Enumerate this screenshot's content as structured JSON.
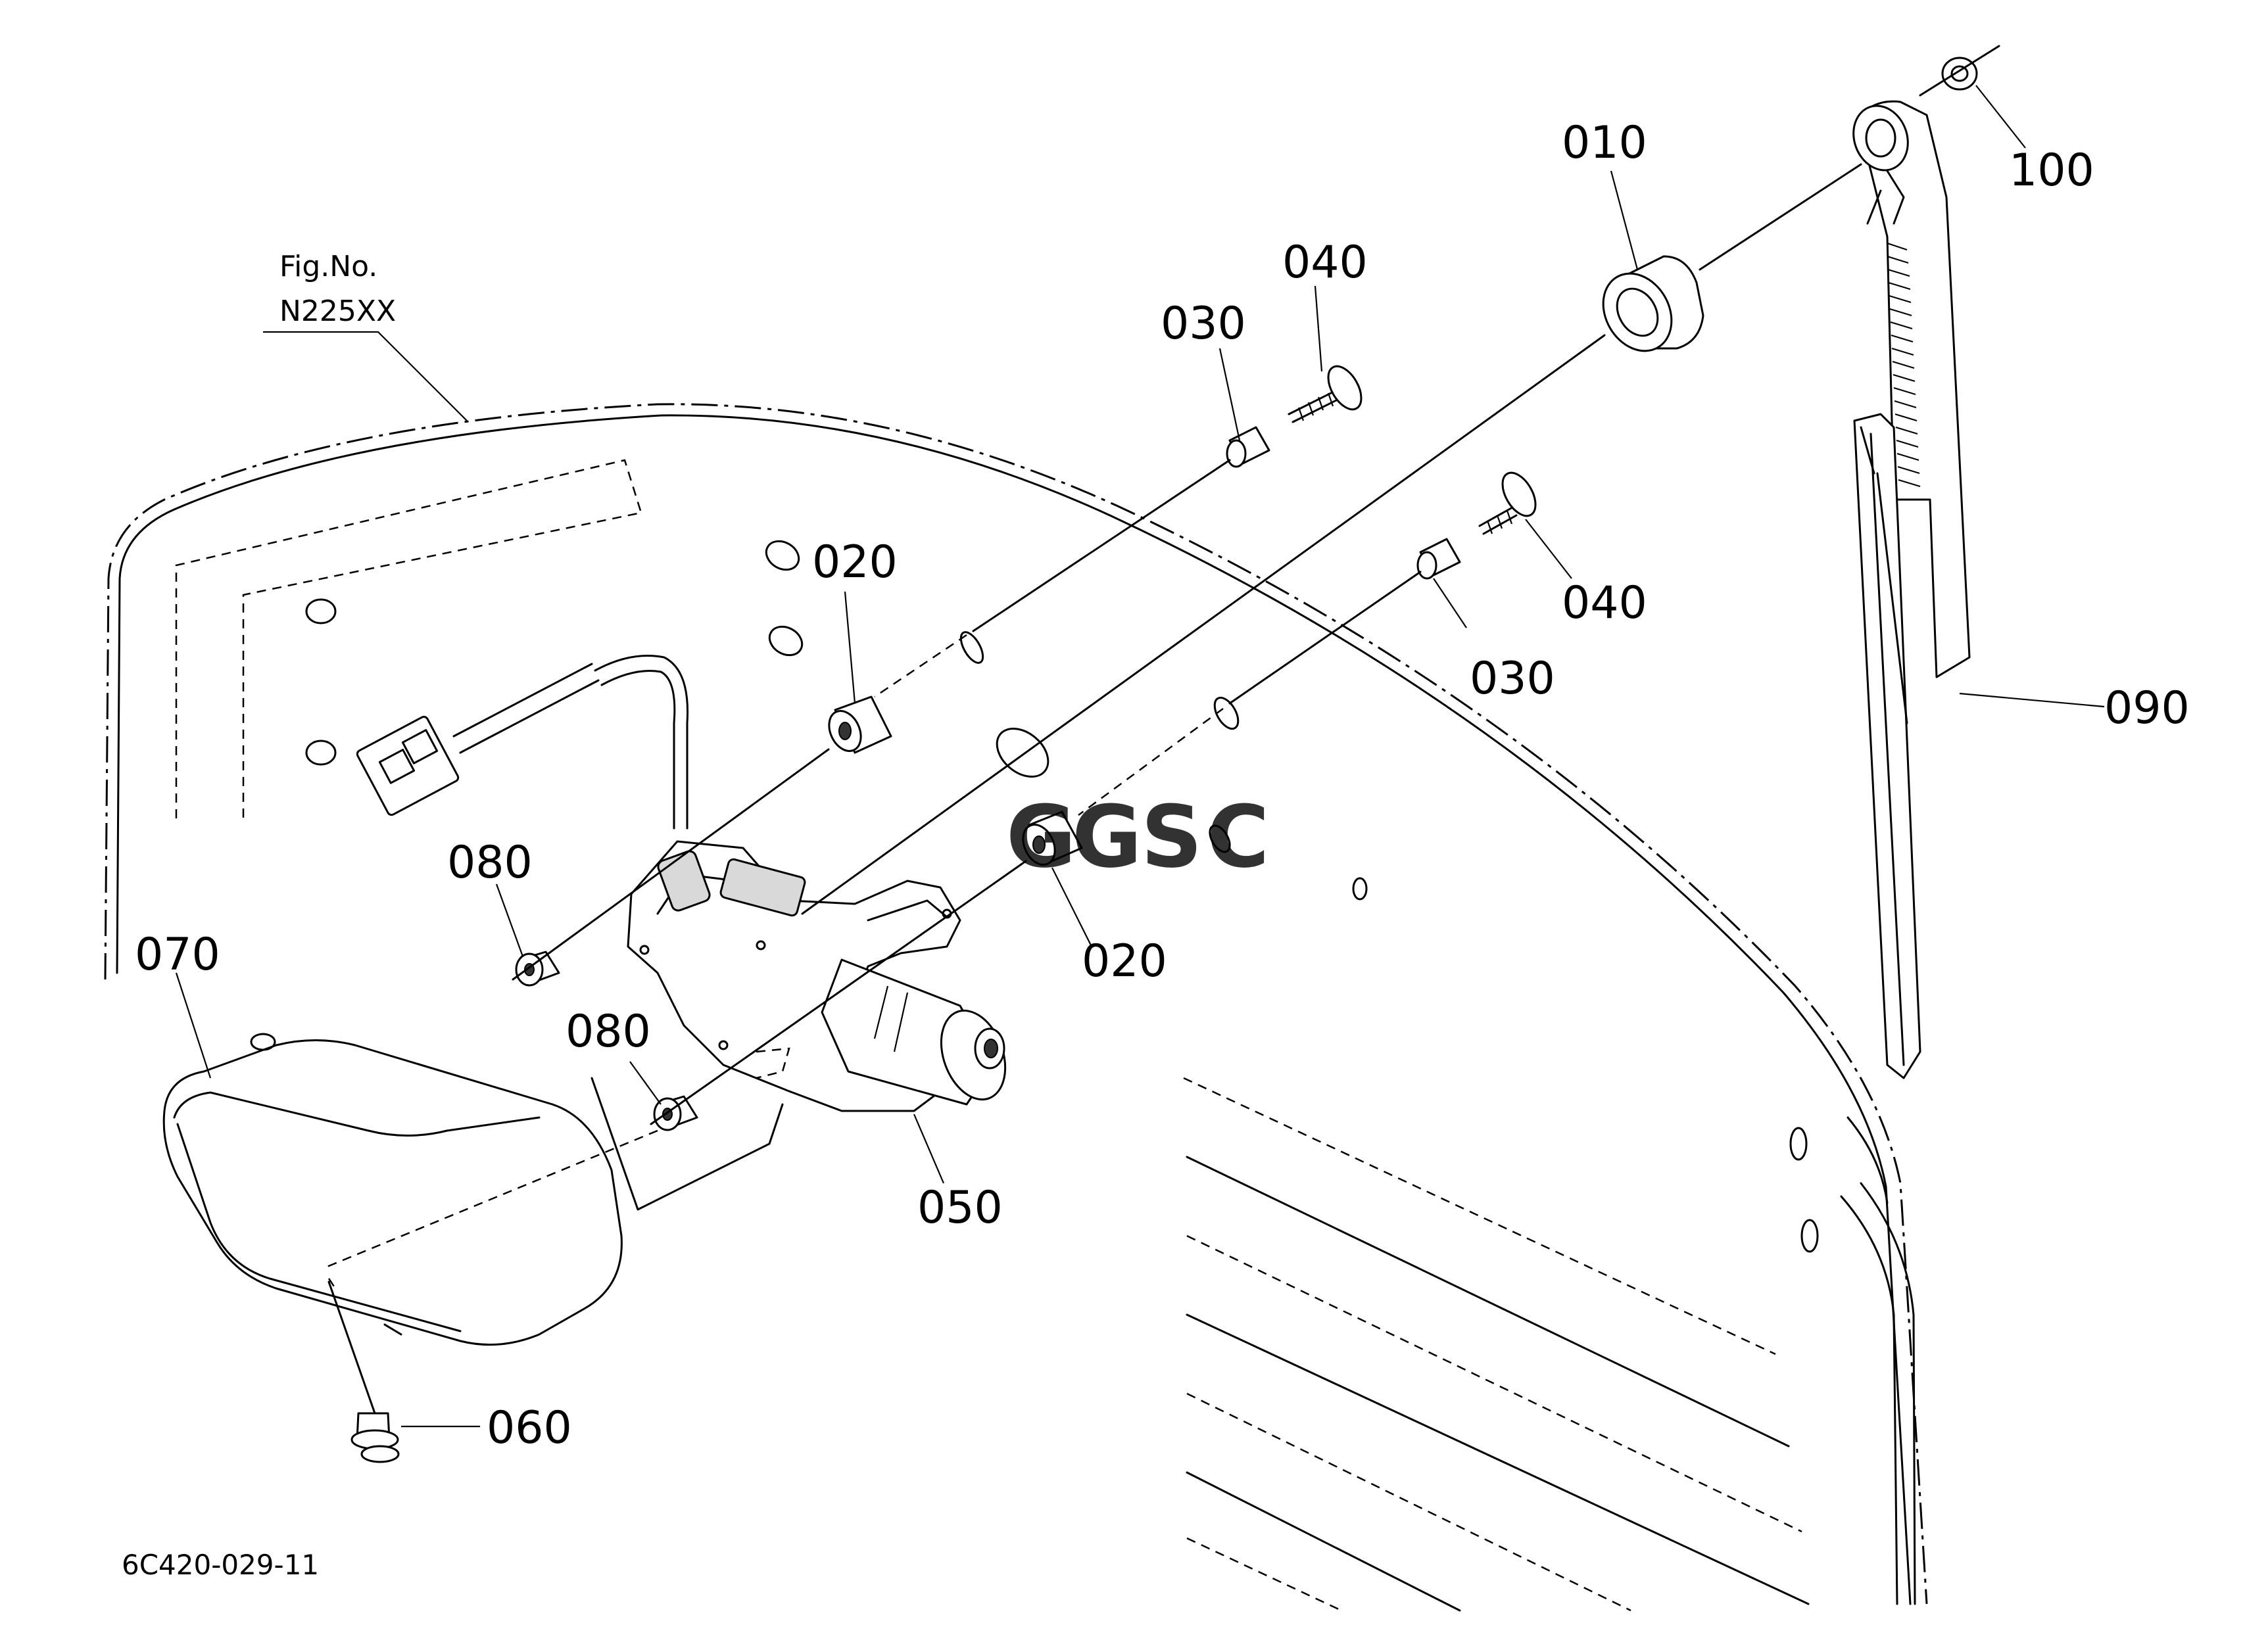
{
  "figure": {
    "fig_no_label": "Fig.No.",
    "fig_no_value": "N225XX",
    "drawing_code": "6C420-029-11"
  },
  "watermark": {
    "text": "GGSC",
    "letters": [
      "G",
      "G",
      "S",
      "C"
    ],
    "colors": [
      "#4f86ec",
      "#e9736b",
      "#f4c542",
      "#57b37a"
    ]
  },
  "callouts": {
    "p010": "010",
    "p020a": "020",
    "p020b": "020",
    "p030a": "030",
    "p030b": "030",
    "p040a": "040",
    "p040b": "040",
    "p050": "050",
    "p060": "060",
    "p070": "070",
    "p080a": "080",
    "p080b": "080",
    "p090": "090",
    "p100": "100"
  }
}
